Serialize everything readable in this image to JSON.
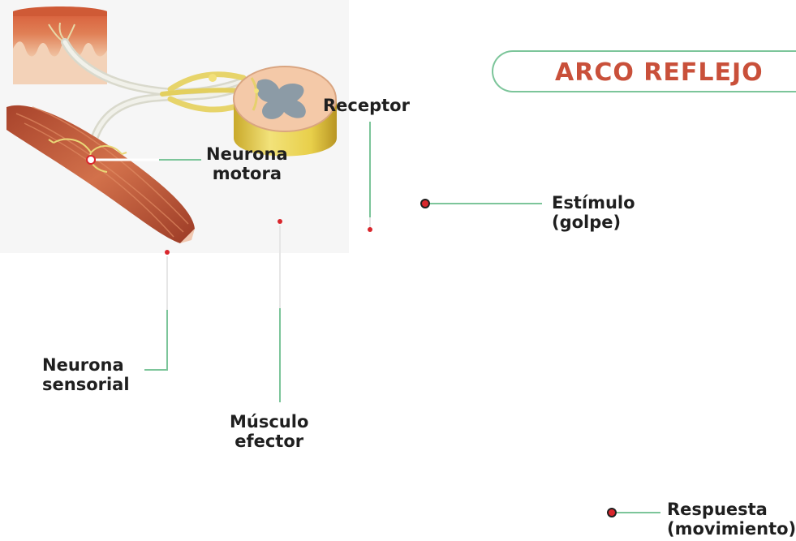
{
  "title": "ARCO REFLEJO",
  "labels": {
    "receptor": "Receptor",
    "neurona_motora": [
      "Neurona",
      "motora"
    ],
    "estimulo": [
      "Estímulo",
      "(golpe)"
    ],
    "neurona_sensorial": [
      "Neurona",
      "sensorial"
    ],
    "musculo_efector": [
      "Músculo",
      "efector"
    ],
    "respuesta": [
      "Respuesta",
      "(movimiento)"
    ]
  },
  "colors": {
    "title": "#c9503a",
    "leader_lines": "#7cc59a",
    "marker_dot": "#d9262c",
    "muscle": "#c7623f",
    "spinal_cord": "#e9d55c",
    "grey_matter": "#8a9aa6",
    "nerve": "#dcdcd0"
  }
}
